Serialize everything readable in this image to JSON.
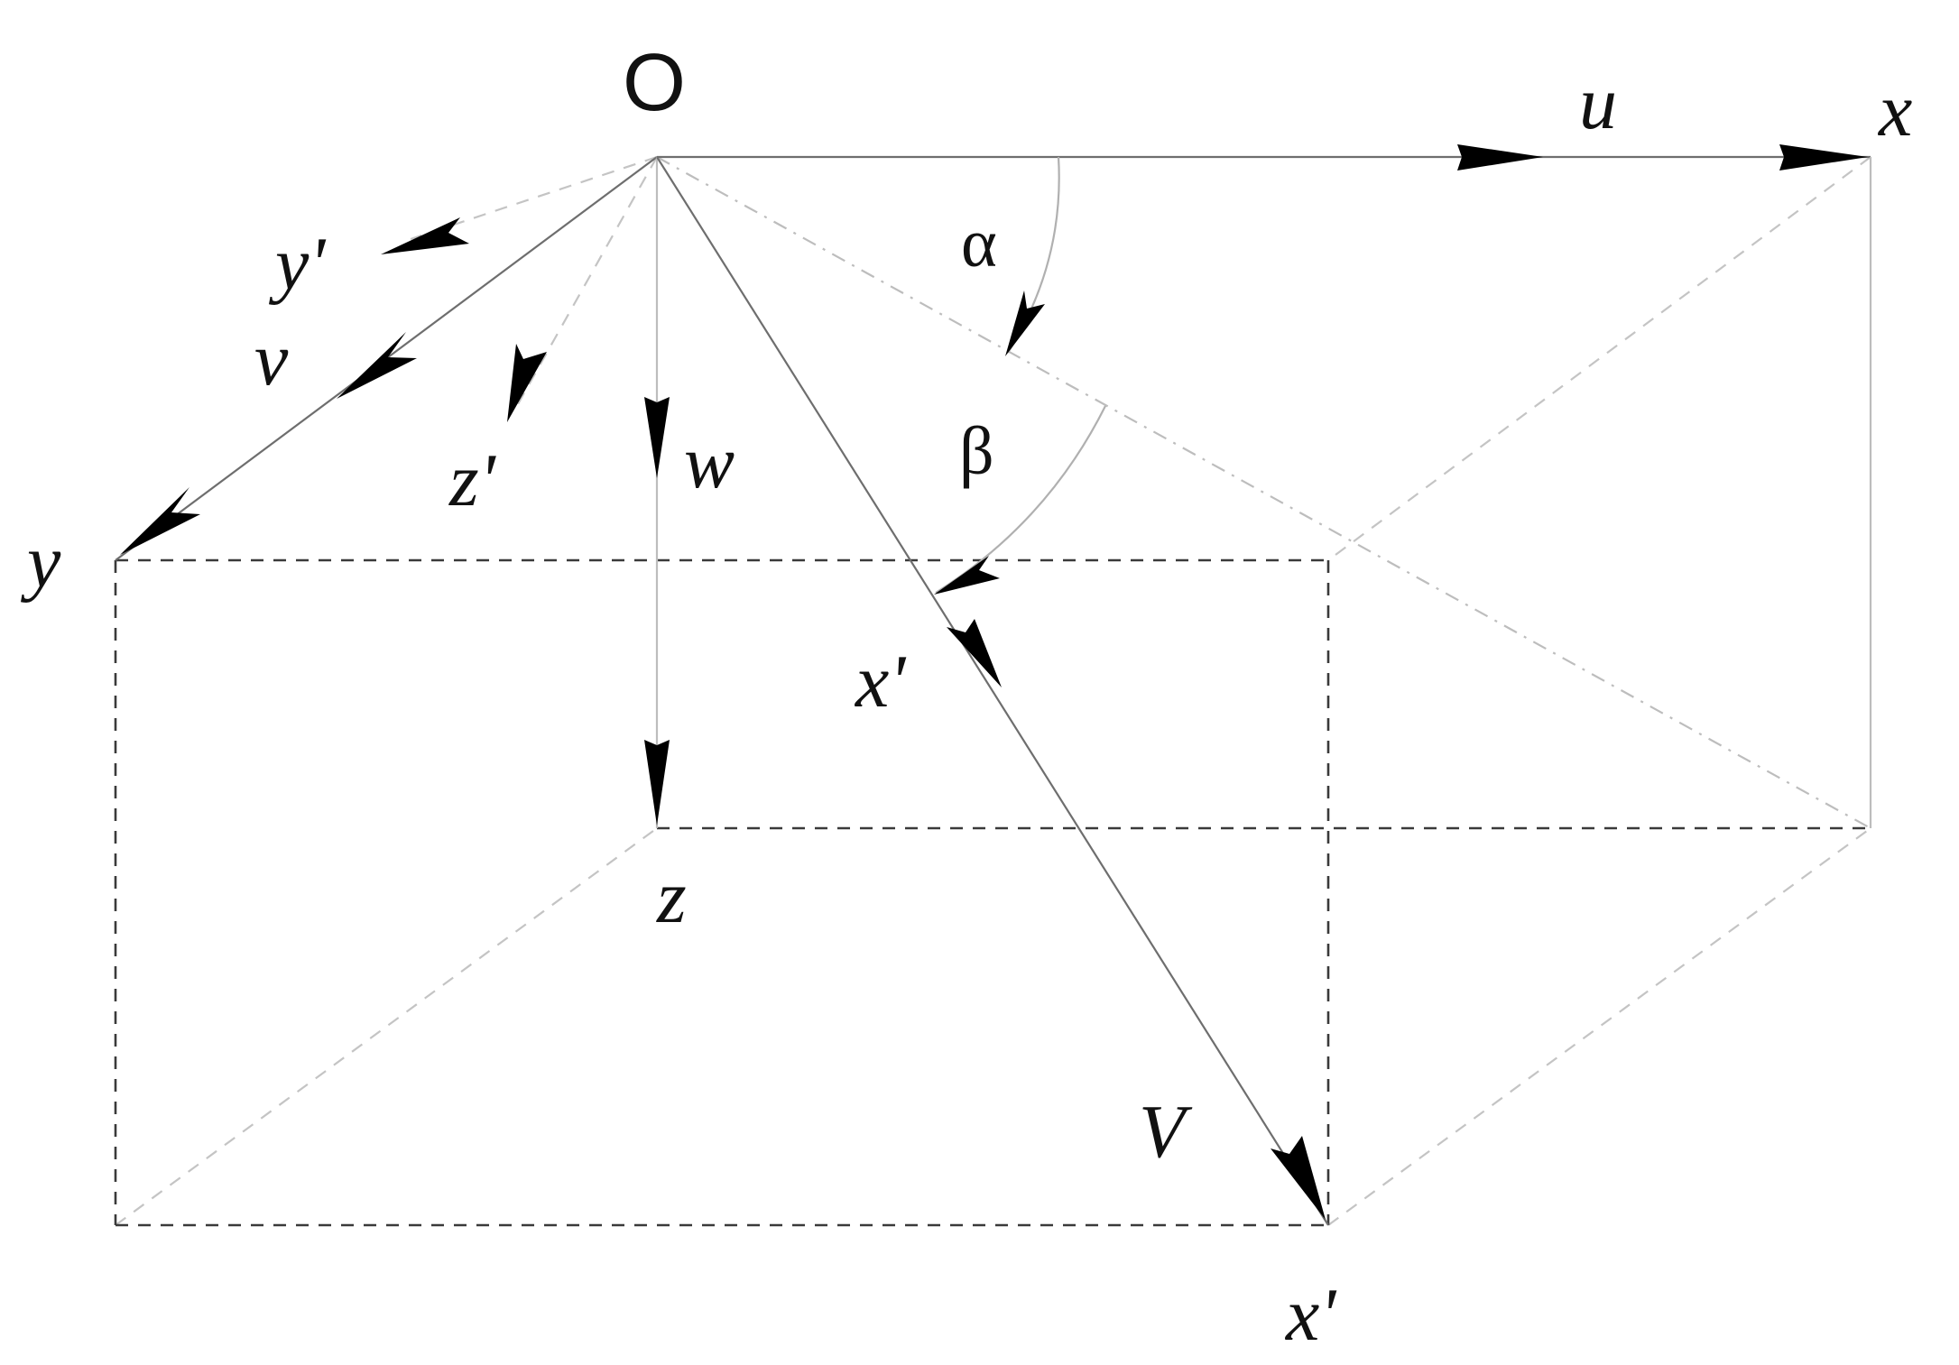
{
  "labels": {
    "origin": "O",
    "x": "x",
    "y": "y",
    "z": "z",
    "u": "u",
    "v": "v",
    "w": "w",
    "V": "V",
    "x_prime_inner": "x'",
    "x_prime_bottom": "x'",
    "y_prime": "y'",
    "z_prime": "z'",
    "alpha": "α",
    "beta": "β"
  },
  "colors": {
    "ink": "#111111",
    "solid_line": "#6e6e6e",
    "light_line": "#c4c4c4",
    "dark_dash": "#3a3a3a",
    "arrowhead": "#000000"
  }
}
